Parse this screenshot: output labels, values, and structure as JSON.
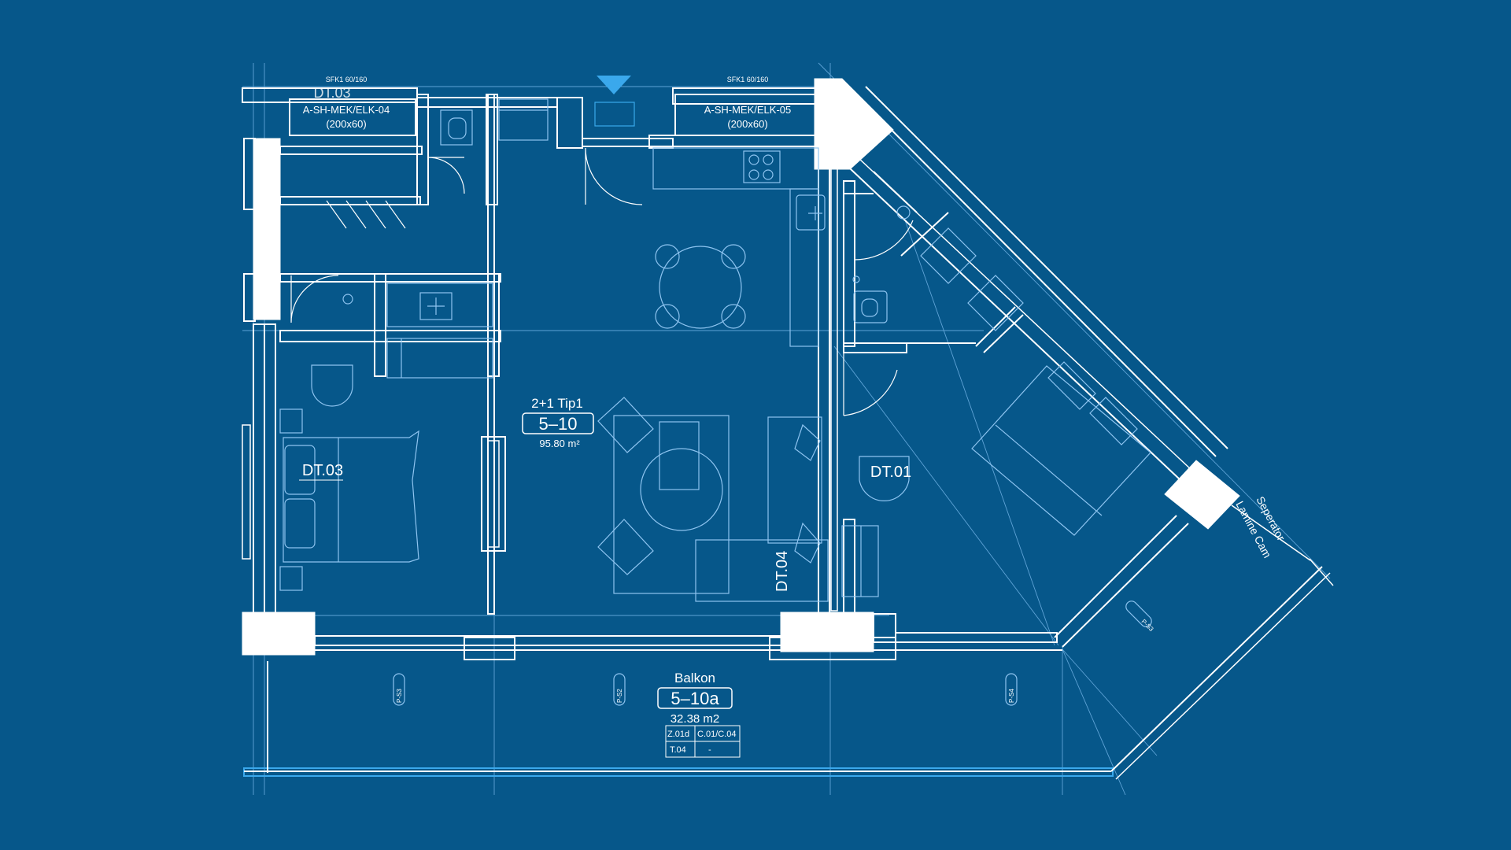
{
  "colors": {
    "background": "#06578a",
    "lines": "#ffffff",
    "furniture": "#8ec4f0",
    "entry_marker": "#3aa8ec"
  },
  "unit": {
    "type": "2+1 Tip1",
    "code": "5–10",
    "area": "95.80 m²"
  },
  "rooms": {
    "bedroom_left": "DT.03",
    "bedroom_right": "DT.01",
    "living_sofa": "DT.04",
    "partial_top": "DT.03"
  },
  "shafts": [
    {
      "spec": "SFK1 60/160",
      "label": "A-SH-MEK/ELK-04",
      "size": "(200x60)"
    },
    {
      "spec": "SFK1 60/160",
      "label": "A-SH-MEK/ELK-05",
      "size": "(200x60)"
    }
  ],
  "balcony": {
    "name": "Balkon",
    "code": "5–10a",
    "area": "32.38 m2",
    "table": [
      [
        "Z.01d",
        "C.01/C.04"
      ],
      [
        "T.04",
        "-"
      ]
    ]
  },
  "separator": {
    "line1": "Lamine Cam",
    "line2": "Seperator"
  },
  "column_tags": [
    "P-S3",
    "P-S2",
    "P-S4",
    "P-S3"
  ]
}
